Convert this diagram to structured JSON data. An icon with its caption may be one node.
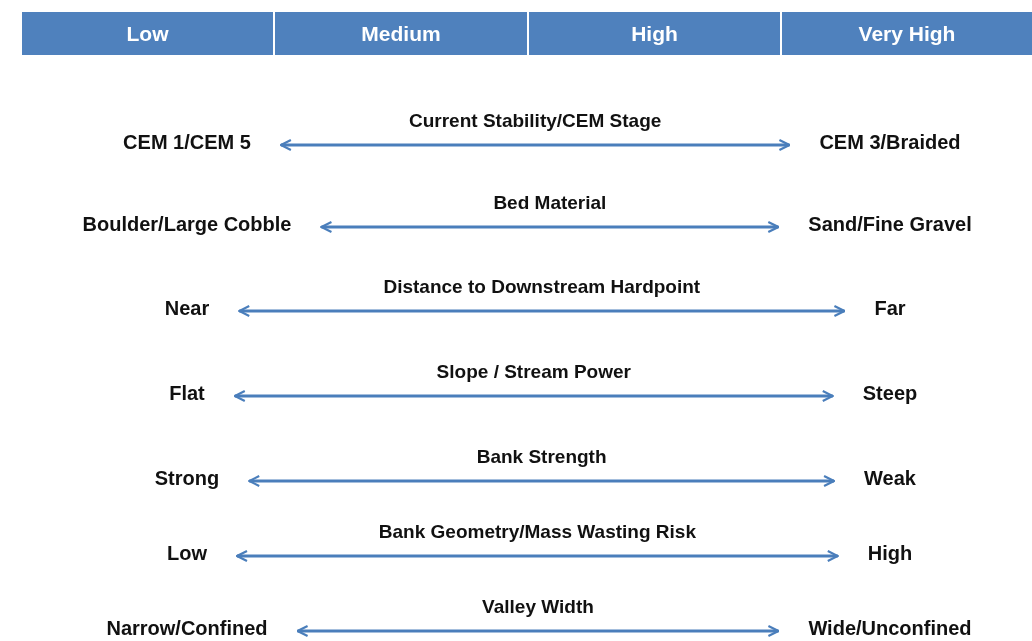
{
  "diagram": {
    "nodes": [
      {
        "text": [
          "CEM 1/CEM 5"
        ]
      },
      {
        "text": [
          "CEM 3/Braided"
        ]
      },
      {
        "text": [
          "Boulder/Large Cobble"
        ]
      },
      {
        "text": [
          "Sand/Fine Gravel"
        ]
      },
      {
        "text": [
          "Near"
        ]
      },
      {
        "text": [
          "Far"
        ]
      },
      {
        "text": [
          "Flat"
        ]
      },
      {
        "text": [
          "Steep"
        ]
      },
      {
        "text": [
          "Strong"
        ]
      },
      {
        "text": [
          "Weak"
        ]
      },
      {
        "text": [
          "Low"
        ]
      },
      {
        "text": [
          "High"
        ]
      },
      {
        "text": [
          "Narrow/Confined"
        ]
      },
      {
        "text": [
          "Wide/Unconfined"
        ]
      }
    ],
    "edges": [
      {
        "from": 0,
        "to": 1,
        "arrow": "both",
        "label": "Current Stability/CEM Stage"
      },
      {
        "from": 2,
        "to": 3,
        "arrow": "both",
        "label": "Bed Material"
      },
      {
        "from": 4,
        "to": 5,
        "arrow": "both",
        "label": "Distance to Downstream Hardpoint"
      },
      {
        "from": 6,
        "to": 7,
        "arrow": "both",
        "label": "Slope / Stream Power"
      },
      {
        "from": 8,
        "to": 9,
        "arrow": "both",
        "label": "Bank Strength"
      },
      {
        "from": 10,
        "to": 11,
        "arrow": "both",
        "label": "Bank Geometry/Mass Wasting Risk"
      },
      {
        "from": 12,
        "to": 13,
        "arrow": "both",
        "label": "Valley Width"
      }
    ],
    "labels": [
      "Low",
      "Medium",
      "High",
      "Very High"
    ]
  }
}
